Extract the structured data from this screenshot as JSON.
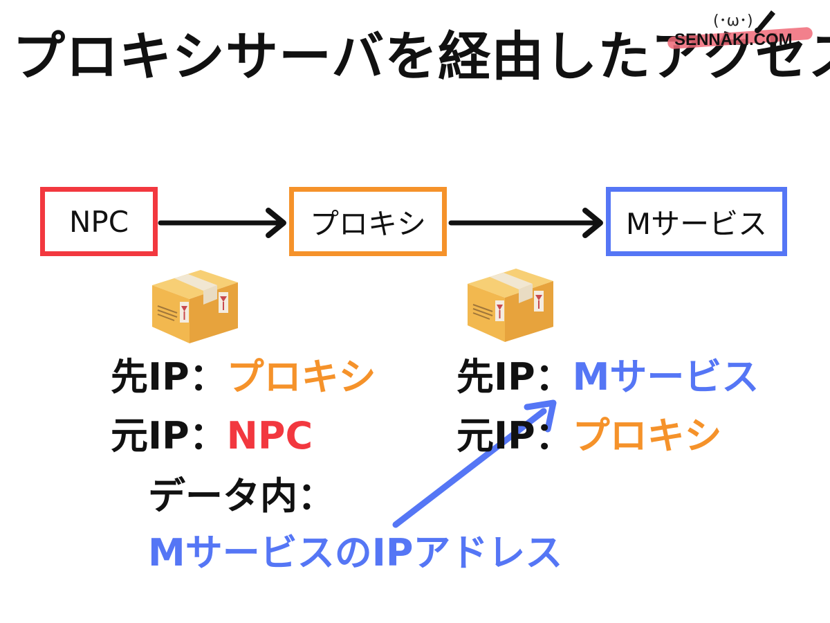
{
  "title": "プロキシサーバを経由したアクセス",
  "brand": {
    "text": "SENNAKI.COM",
    "face": "(･ω･)"
  },
  "nodes": {
    "npc": "NPC",
    "proxy": "プロキシ",
    "mservice": "Mサービス"
  },
  "colors": {
    "red": "#f2383f",
    "orange": "#f5922a",
    "blue": "#5576f5",
    "black": "#111111"
  },
  "packet_left": {
    "dest_label": "先IP：",
    "dest_value": "プロキシ",
    "src_label": "元IP：",
    "src_value": "NPC",
    "data_label": "データ内：",
    "data_value": "MサービスのIPアドレス"
  },
  "packet_right": {
    "dest_label": "先IP：",
    "dest_value": "Mサービス",
    "src_label": "元IP：",
    "src_value": "プロキシ"
  },
  "icons": [
    "package-box-icon",
    "right-arrow-icon",
    "pencil-icon"
  ]
}
